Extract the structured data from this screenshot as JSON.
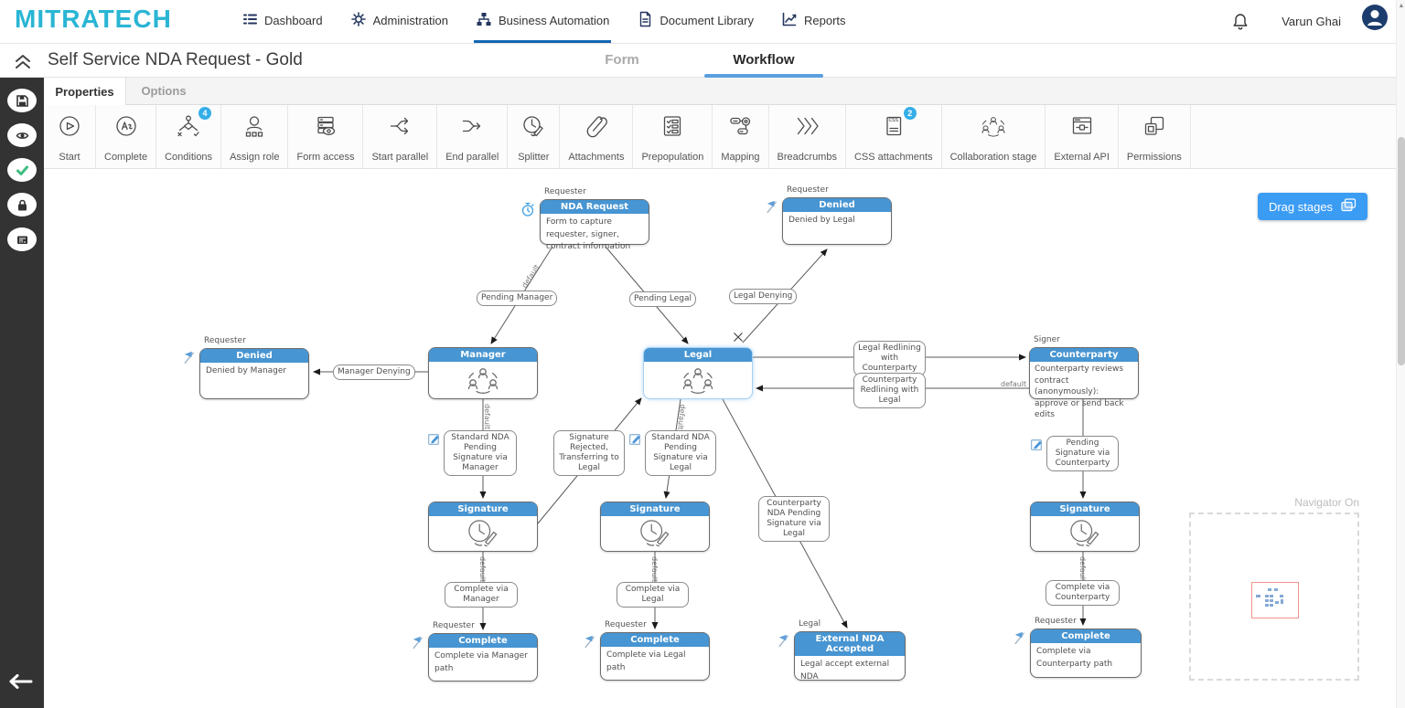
{
  "nav": {
    "brand": "MITRATECH",
    "items": [
      {
        "label": "Dashboard"
      },
      {
        "label": "Administration"
      },
      {
        "label": "Business Automation"
      },
      {
        "label": "Document Library"
      },
      {
        "label": "Reports"
      }
    ],
    "user_name": "Varun Ghai"
  },
  "header": {
    "title": "Self Service NDA Request - Gold",
    "tabs": {
      "form": "Form",
      "workflow": "Workflow"
    }
  },
  "panel": {
    "tabs": {
      "properties": "Properties",
      "options": "Options"
    }
  },
  "toolbar": {
    "css_icon_text": "css",
    "items": [
      {
        "label": "Start"
      },
      {
        "label": "Complete"
      },
      {
        "label": "Conditions",
        "badge": "4"
      },
      {
        "label": "Assign role"
      },
      {
        "label": "Form access"
      },
      {
        "label": "Start parallel"
      },
      {
        "label": "End parallel"
      },
      {
        "label": "Splitter"
      },
      {
        "label": "Attachments"
      },
      {
        "label": "Prepopulation"
      },
      {
        "label": "Mapping"
      },
      {
        "label": "Breadcrumbs"
      },
      {
        "label": "CSS attachments",
        "badge": "2"
      },
      {
        "label": "Collaboration stage"
      },
      {
        "label": "External API"
      },
      {
        "label": "Permissions"
      }
    ]
  },
  "canvas": {
    "drag_stages": "Drag stages",
    "navigator": "Navigator On",
    "default_label": "default",
    "nodes": [
      {
        "role": "Requester",
        "title": "NDA Request",
        "body": "Form to capture requester, signer, contract information"
      },
      {
        "role": "Requester",
        "title": "Denied",
        "body": "Denied by Legal"
      },
      {
        "role": "Requester",
        "title": "Denied",
        "body": "Denied by Manager"
      },
      {
        "title": "Manager",
        "body": ""
      },
      {
        "title": "Legal",
        "body": ""
      },
      {
        "role": "Signer",
        "title": "Counterparty",
        "body": "Counterparty reviews contract (anonymously): approve or send back edits"
      },
      {
        "title": "Signature",
        "body": ""
      },
      {
        "title": "Signature",
        "body": ""
      },
      {
        "title": "Signature",
        "body": ""
      },
      {
        "role": "Requester",
        "title": "Complete",
        "body": "Complete via Manager path"
      },
      {
        "role": "Requester",
        "title": "Complete",
        "body": "Complete via Legal path"
      },
      {
        "role": "Legal",
        "title": "External NDA Accepted",
        "body": "Legal accept external NDA"
      },
      {
        "role": "Requester",
        "title": "Complete",
        "body": "Complete via Counterparty path"
      }
    ],
    "edge_labels": [
      {
        "text": "Pending Manager"
      },
      {
        "text": "Pending Legal"
      },
      {
        "text": "Legal Denying"
      },
      {
        "text": "Manager Denying"
      },
      {
        "text": "Legal Redlining with Counterparty"
      },
      {
        "text": "Counterparty Redlining with Legal"
      },
      {
        "text": "Standard NDA Pending Signature via Manager"
      },
      {
        "text": "Signature Rejected, Transferring to Legal"
      },
      {
        "text": "Standard NDA Pending Signature via Legal"
      },
      {
        "text": "Counterparty NDA Pending Signature via Legal"
      },
      {
        "text": "Pending Signature via Counterparty"
      },
      {
        "text": "Complete via Manager"
      },
      {
        "text": "Complete via Legal"
      },
      {
        "text": "Complete via Counterparty"
      }
    ]
  }
}
